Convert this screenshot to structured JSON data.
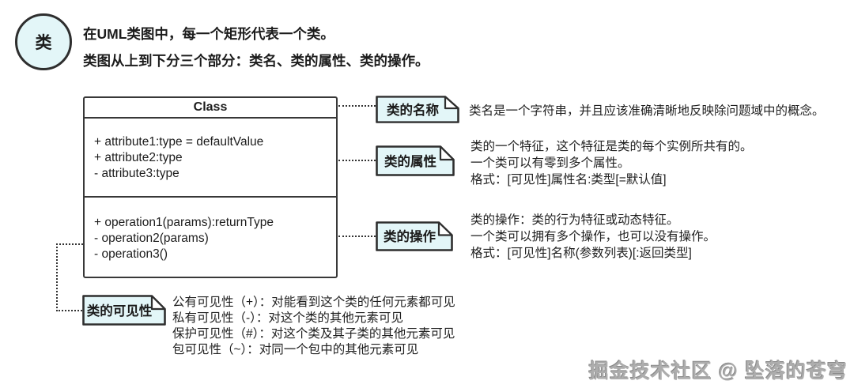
{
  "header": {
    "badge": "类",
    "line1": "在UML类图中，每一个矩形代表一个类。",
    "line2": "类图从上到下分三个部分：类名、类的属性、类的操作。"
  },
  "class_box": {
    "title": "Class",
    "attributes": [
      "+ attribute1:type = defaultValue",
      "+ attribute2:type",
      "- attribute3:type"
    ],
    "operations": [
      "+ operation1(params):returnType",
      "- operation2(params)",
      "- operation3()"
    ]
  },
  "callouts": [
    {
      "label": "类的名称",
      "lines": [
        "类名是一个字符串，并且应该准确清晰地反映除问题域中的概念。"
      ]
    },
    {
      "label": "类的属性",
      "lines": [
        "类的一个特征，这个特征是类的每个实例所共有的。",
        "一个类可以有零到多个属性。",
        "格式：[可见性]属性名:类型[=默认值]"
      ]
    },
    {
      "label": "类的操作",
      "lines": [
        "类的操作：类的行为特征或动态特征。",
        "一个类可以拥有多个操作，也可以没有操作。",
        "格式：[可见性]名称(参数列表)[:返回类型]"
      ]
    }
  ],
  "visibility": {
    "label": "类的可见性",
    "lines": [
      "公有可见性（+）：对能看到这个类的任何元素都可见",
      "私有可见性（-）：对这个类的其他元素可见",
      "保护可见性（#）：对这个类及其子类的其他元素可见",
      "包可见性（~）：对同一个包中的其他元素可见"
    ]
  },
  "watermark": "掘金技术社区 @ 坠落的苍穹",
  "colors": {
    "note_fill": "#e3f6f8",
    "border": "#2e2e2e",
    "text": "#1c1c1c"
  }
}
